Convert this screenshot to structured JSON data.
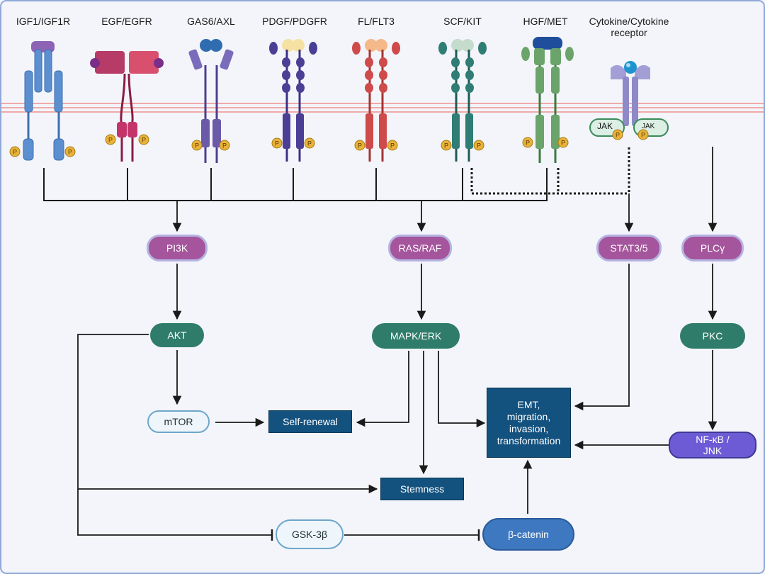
{
  "receptors": [
    {
      "label": "IGF1/IGF1R"
    },
    {
      "label": "EGF/EGFR"
    },
    {
      "label": "GAS6/AXL"
    },
    {
      "label": "PDGF/PDGFR"
    },
    {
      "label": "FL/FLT3"
    },
    {
      "label": "SCF/KIT"
    },
    {
      "label": "HGF/MET"
    },
    {
      "label_line1": "Cytokine/Cytokine",
      "label_line2": "receptor"
    }
  ],
  "phospho_label": "P",
  "jak_label": "JAK",
  "nodes": {
    "pi3k": "PI3K",
    "ras_raf": "RAS/RAF",
    "stat": "STAT3/5",
    "plc": "PLCγ",
    "akt": "AKT",
    "mapk": "MAPK/ERK",
    "pkc": "PKC",
    "mtor": "mTOR",
    "self_renewal": "Self-renewal",
    "emt_line1": "EMT,",
    "emt_line2": "migration,",
    "emt_line3": "invasion,",
    "emt_line4": "transformation",
    "nfkb_line1": "NF-κB /",
    "nfkb_line2": "JNK",
    "stemness": "Stemness",
    "gsk": "GSK-3β",
    "beta_catenin": "β-catenin"
  },
  "colors": {
    "igf": "#5c8fd0",
    "egf": "#c4346a",
    "axl": "#6a5aa8",
    "pdgf": "#4a3f95",
    "flt3": "#cf4a4a",
    "kit": "#2f7d75",
    "met": "#6aa46a",
    "cytokine": "#8f89c8",
    "phospho": "#e8b23a"
  }
}
